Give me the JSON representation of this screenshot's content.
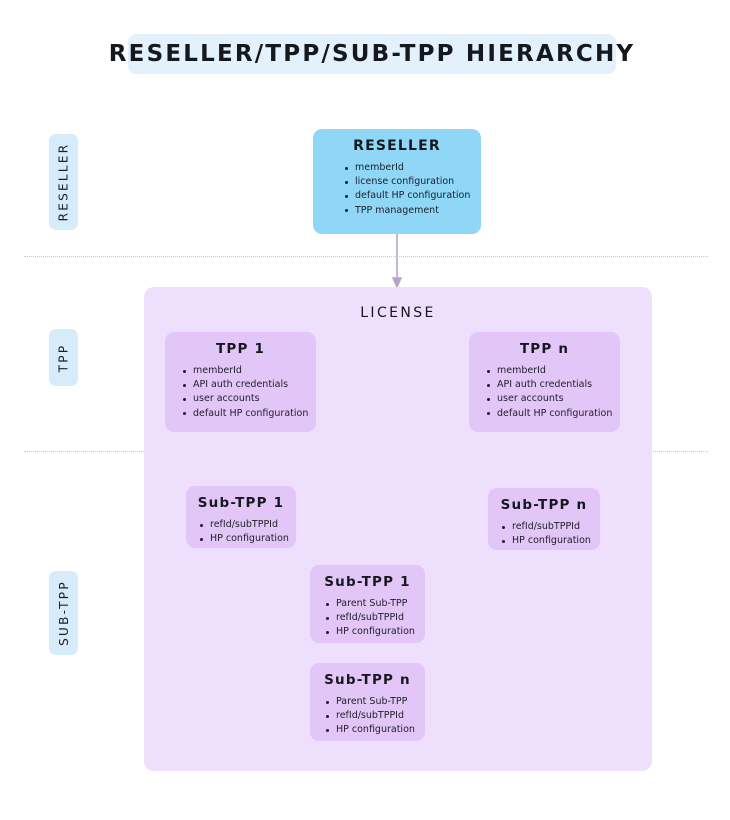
{
  "title": "RESELLER/TPP/SUB-TPP HIERARCHY",
  "bands": [
    {
      "name": "reseller",
      "label": "RESELLER"
    },
    {
      "name": "tpp",
      "label": "TPP"
    },
    {
      "name": "subtpp",
      "label": "SUB-TPP"
    }
  ],
  "license_panel": {
    "label": "LICENSE"
  },
  "nodes": {
    "reseller": {
      "title": "RESELLER",
      "bullets": [
        "memberId",
        "license configuration",
        "default HP configuration",
        "TPP management"
      ]
    },
    "tpp_1": {
      "title": "TPP  1",
      "bullets": [
        "memberId",
        "API auth credentials",
        "user accounts",
        "default HP configuration"
      ]
    },
    "tpp_n": {
      "title": "TPP  n",
      "bullets": [
        "memberId",
        "API auth credentials",
        "user accounts",
        "default HP configuration"
      ]
    },
    "subtpp_left_1": {
      "title": "Sub-TPP  1",
      "bullets": [
        "refId/subTPPId",
        " HP configuration"
      ]
    },
    "subtpp_right_n": {
      "title": "Sub-TPP  n",
      "bullets": [
        "refId/subTPPId",
        " HP configuration"
      ]
    },
    "subtpp_nested_1": {
      "title": "Sub-TPP  1",
      "bullets": [
        "Parent Sub-TPP",
        "refId/subTPPId",
        " HP configuration"
      ]
    },
    "subtpp_nested_n": {
      "title": "Sub-TPP  n",
      "bullets": [
        "Parent Sub-TPP",
        "refId/subTPPId",
        " HP configuration"
      ]
    }
  },
  "colors": {
    "title_chip_bg": "#E2F1FC",
    "band_chip_bg": "#D6ECFA",
    "reseller_box": "#8FD6F7",
    "purple_box": "#E3C6F8",
    "license_panel": "#EEDFFD",
    "arrow_purple": "#B6A3C9",
    "arrow_gray": "#A8A8AD",
    "divider": "#C8C8CF",
    "text": "#15181C"
  }
}
